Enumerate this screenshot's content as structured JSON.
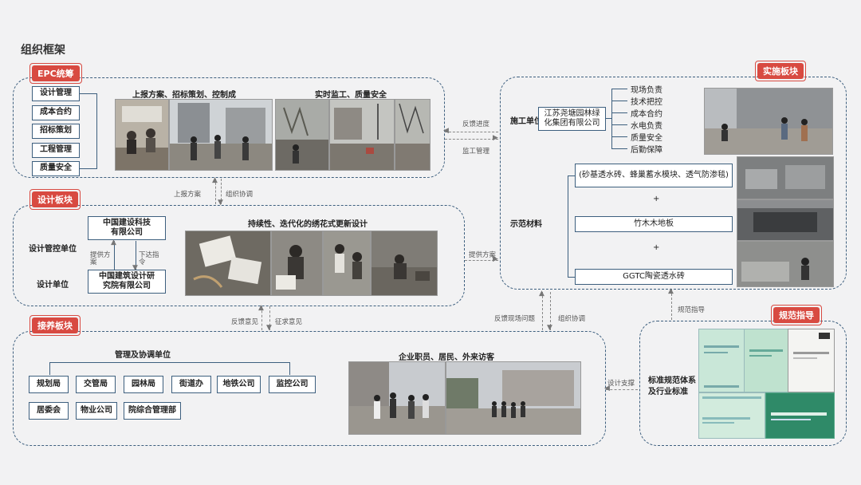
{
  "page_title": "组织框架",
  "epc": {
    "tag": "EPC统筹",
    "items": [
      "设计管理",
      "成本合约",
      "招标策划",
      "工程管理",
      "质量安全"
    ],
    "caption_left": "上报方案、招标策划、控制成",
    "caption_right": "实时监工、质量安全"
  },
  "design": {
    "tag": "设计板块",
    "control_label": "设计管控单位",
    "unit_label": "设计单位",
    "control_org": "中国建设科技有限公司",
    "unit_org": "中国建筑设计研究院有限公司",
    "flow_up": "提供方案",
    "flow_down": "下达指令",
    "caption": "持续性、迭代化的绣花式更新设计"
  },
  "reception": {
    "tag": "接养板块",
    "group_label": "管理及协调单位",
    "units_row1": [
      "规划局",
      "交管局",
      "园林局",
      "街道办",
      "地铁公司",
      "监控公司"
    ],
    "units_row2": [
      "居委会",
      "物业公司",
      "院综合管理部"
    ],
    "caption": "企业职员、居民、外来访客"
  },
  "implementation": {
    "tag": "实施板块",
    "construction_label": "施工单位",
    "construction_org": "江苏尧塘园林绿化集团有限公司",
    "duties": [
      "现场负责",
      "技术把控",
      "成本合约",
      "水电负责",
      "质量安全",
      "后勤保障"
    ],
    "material_label": "示范材料",
    "materials": [
      "(砂基透水砖、蜂巢蓄水模块、透气防渗毯)",
      "竹木木地板",
      "GGTC陶瓷透水砖"
    ],
    "plus": "+"
  },
  "standards": {
    "tag": "规范指导",
    "label": "标准规范体系及行业标准"
  },
  "flows": {
    "feedback_progress": "反馈进度",
    "supervision": "监工管理",
    "submit_plan": "上报方案",
    "org_coord": "组织协调",
    "provide_plan": "提供方案",
    "feedback_opinion": "反馈意见",
    "solicit_opinion": "征求意见",
    "feedback_site": "反馈现场问题",
    "org_coord2": "组织协调",
    "design_support": "设计支撑",
    "standard_guide": "规范指导"
  },
  "colors": {
    "accent": "#d84a41",
    "border": "#3d5f7e"
  }
}
